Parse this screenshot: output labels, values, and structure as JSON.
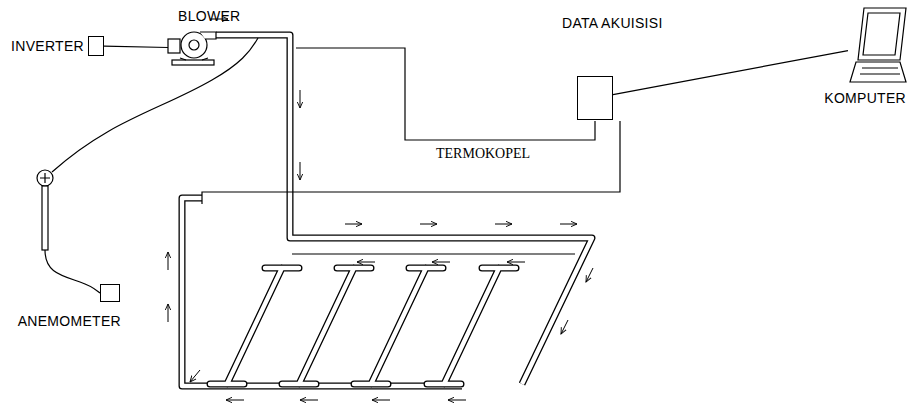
{
  "diagram": {
    "nodes": [
      {
        "text": [
          "INVERTER"
        ]
      },
      {
        "text": [
          "BLOWER"
        ]
      },
      {
        "text": [
          "DATA AKUISISI"
        ]
      },
      {
        "text": [
          "KOMPUTER"
        ]
      },
      {
        "text": [
          "ANEMOMETER"
        ]
      }
    ],
    "edges": [
      {
        "from": 0,
        "to": 1,
        "arrow": "none"
      },
      {
        "from": 2,
        "to": 3,
        "arrow": "none"
      }
    ],
    "labels": [
      "TERMOKOPEL"
    ]
  }
}
